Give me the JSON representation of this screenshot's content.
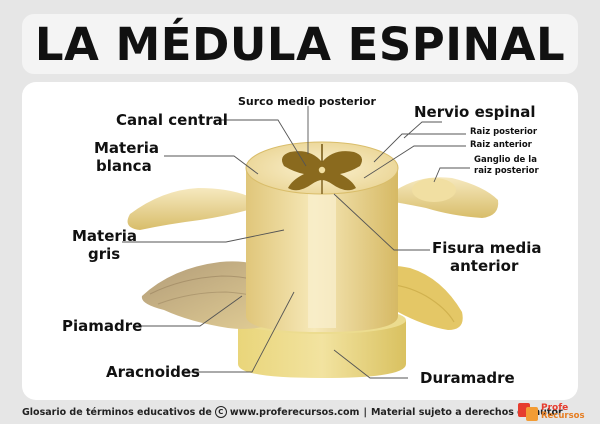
{
  "title": "LA MÉDULA ESPINAL",
  "labels": {
    "surco_medio_posterior": "Surco medio posterior",
    "canal_central": "Canal central",
    "nervio_espinal": "Nervio espinal",
    "raiz_posterior": "Raiz posterior",
    "raiz_anterior": "Raiz anterior",
    "ganglio_1": "Ganglio de la",
    "ganglio_2": "raiz posterior",
    "materia_blanca_1": "Materia",
    "materia_blanca_2": "blanca",
    "materia_gris_1": "Materia",
    "materia_gris_2": "gris",
    "fisura_1": "Fisura media",
    "fisura_2": "anterior",
    "piamadre": "Piamadre",
    "aracnoides": "Aracnoides",
    "duramadre": "Duramadre"
  },
  "footer": {
    "prefix": "Glosario de términos educativos de",
    "copyright_symbol": "C",
    "site": "www.proferecursos.com",
    "separator": "|",
    "rights": "Material sujeto a derechos de autor",
    "logo_line1": "Profe",
    "logo_line2": "Recursos"
  },
  "colors": {
    "background": "#e6e6e6",
    "panel": "#ffffff",
    "cord_light": "#f3e2a6",
    "cord_mid": "#e6cc7c",
    "cord_dark": "#c9a94f",
    "gray_matter": "#8a6a1e",
    "dura": "#e3cf6e",
    "leader": "#555555",
    "logo_red": "#e63c2e",
    "logo_orange": "#f39c34"
  }
}
